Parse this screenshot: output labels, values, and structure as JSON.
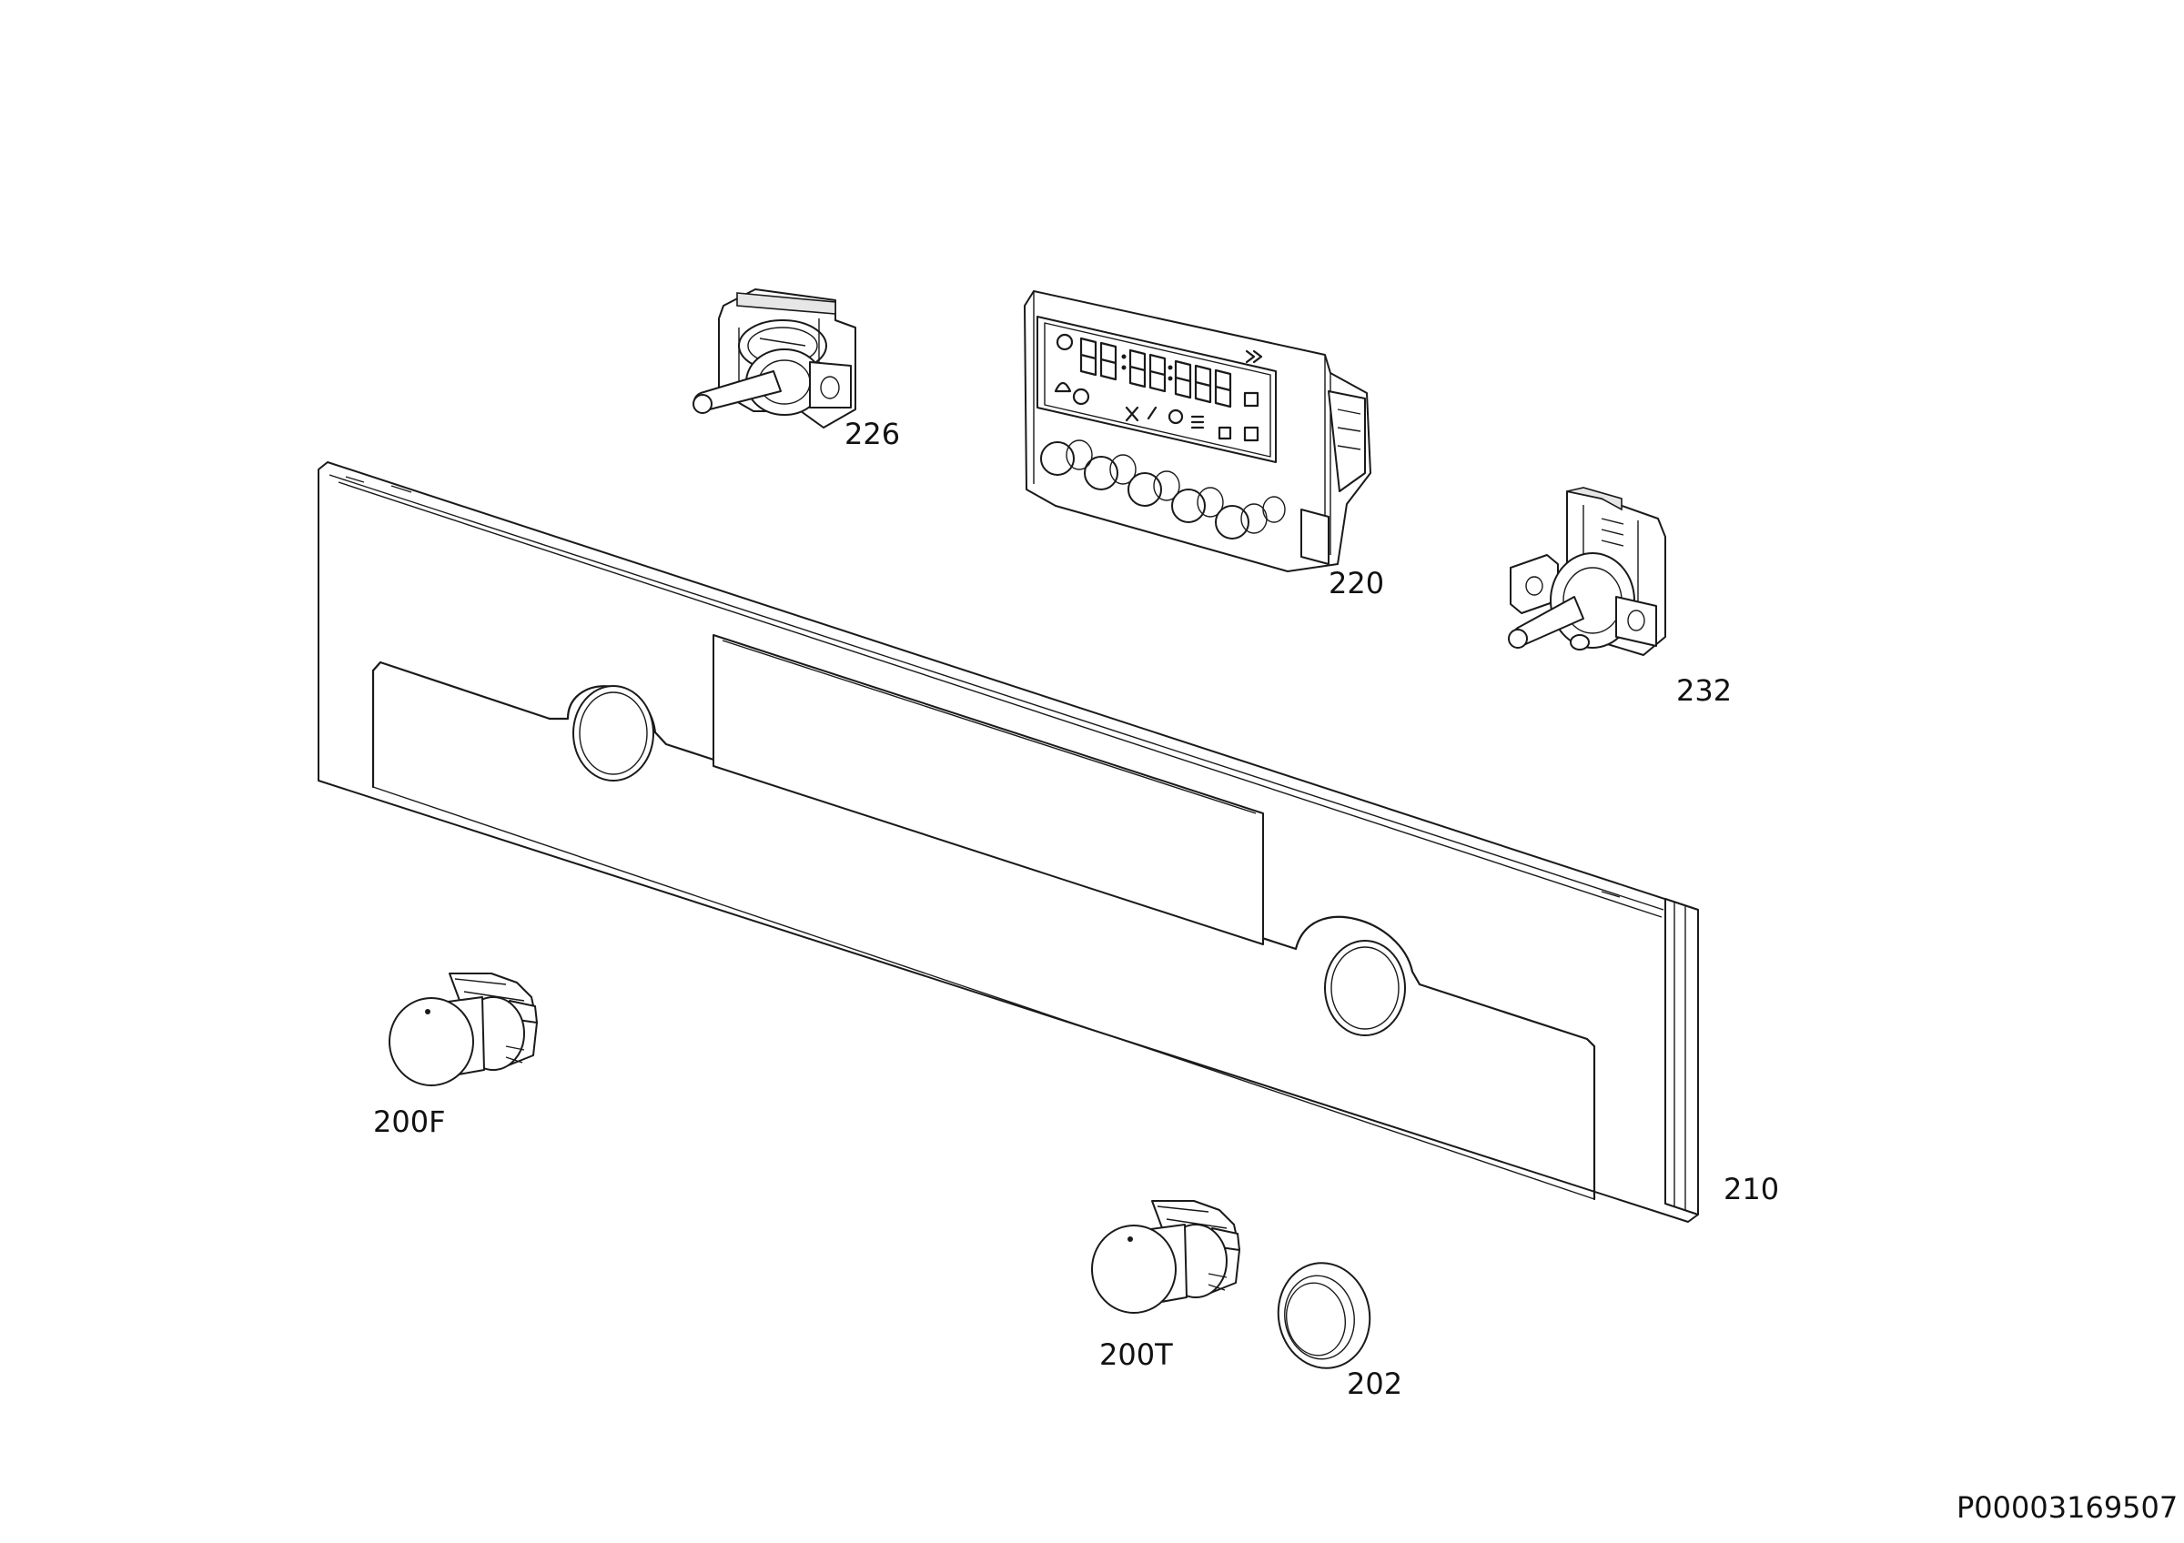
{
  "parts": [
    {
      "id": "226",
      "label": "226"
    },
    {
      "id": "220",
      "label": "220"
    },
    {
      "id": "232",
      "label": "232"
    },
    {
      "id": "210",
      "label": "210"
    },
    {
      "id": "200F",
      "label": "200F"
    },
    {
      "id": "200T",
      "label": "200T"
    },
    {
      "id": "202",
      "label": "202"
    }
  ],
  "reference": "P00003169507",
  "colors": {
    "line": "#1a1a1a",
    "background": "#ffffff"
  }
}
